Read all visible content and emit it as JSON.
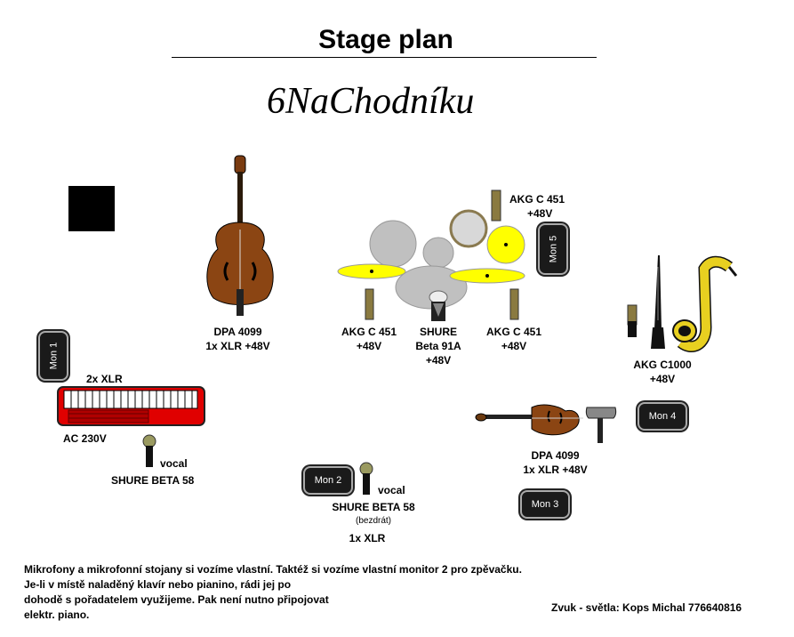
{
  "title": "Stage plan",
  "band": "6NaChodníku",
  "bass": {
    "mic": "DPA 4099",
    "conn": "1x XLR  +48V"
  },
  "overhead_top": {
    "mic": "AKG C 451",
    "phantom": "+48V"
  },
  "drums_left": {
    "mic": "AKG C 451",
    "phantom": "+48V"
  },
  "kick": {
    "mic1": "SHURE",
    "mic2": "Beta 91A",
    "phantom": "+48V"
  },
  "drums_right": {
    "mic": "AKG C 451",
    "phantom": "+48V"
  },
  "sax": {
    "mic": "AKG C1000",
    "phantom": "+48V"
  },
  "keys": {
    "xlr": "2x XLR",
    "power": "AC 230V"
  },
  "vocal1": {
    "label": "vocal",
    "mic": "SHURE BETA 58"
  },
  "vocal2": {
    "label": "vocal",
    "mic": "SHURE BETA 58",
    "note": "(bezdrát)",
    "conn": "1x XLR"
  },
  "violin": {
    "mic": "DPA 4099",
    "conn": "1x XLR  +48V"
  },
  "monitors": {
    "mon1": "Mon 1",
    "mon2": "Mon 2",
    "mon3": "Mon 3",
    "mon4": "Mon 4",
    "mon5": "Mon 5"
  },
  "notes": {
    "line1": "Mikrofony a mikrofonní stojany si vozíme vlastní. Taktéž si vozíme vlastní monitor 2 pro zpěvačku.",
    "line2": "Je-li v místě naladěný klavír nebo pianino, rádi jej po",
    "line3": "dohodě s pořadatelem využijeme. Pak není nutno připojovat",
    "line4": "elektr. piano."
  },
  "contact": "Zvuk - světla: Kops Michal 776640816"
}
